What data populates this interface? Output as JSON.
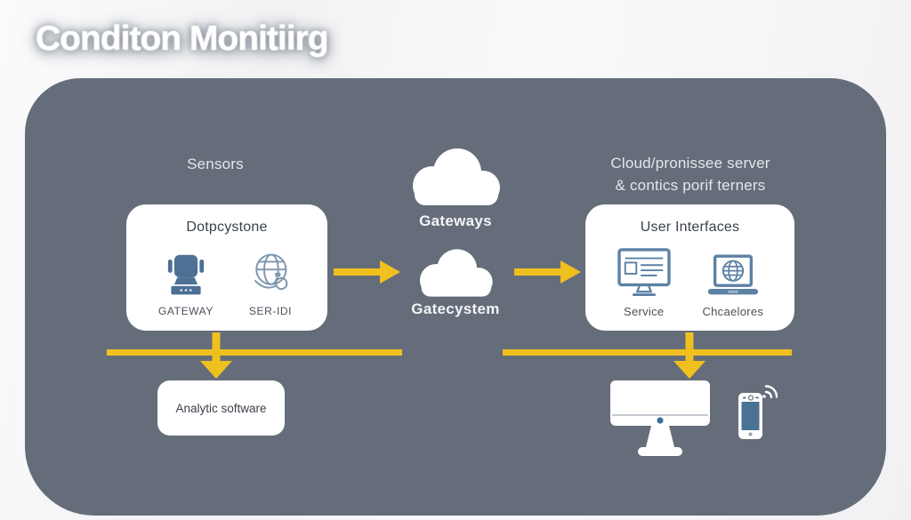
{
  "colors": {
    "panel_bg": "#656d7a",
    "accent_yellow": "#f0c01e",
    "icon_blue_filled": "#4e7095",
    "icon_blue_outline": "#5d81a5",
    "card_bg": "#ffffff"
  },
  "header": {
    "title": "Conditon Monitiirg"
  },
  "diagram": {
    "sensors": {
      "heading": "Sensors",
      "card": {
        "title": "Dotpcystone",
        "items": [
          {
            "label": "GATEWAY",
            "icon": "camera-gateway-icon"
          },
          {
            "label": "SER-IDI",
            "icon": "globe-agent-icon"
          }
        ]
      }
    },
    "clouds": {
      "top": {
        "label": "Gateways",
        "icon": "cloud-icon"
      },
      "bottom": {
        "label": "Gatecystem",
        "icon": "cloud-icon"
      }
    },
    "cloud_server": {
      "heading_line1": "Cloud/pronissee server",
      "heading_line2": "& contics porif terners",
      "card": {
        "title": "User Interfaces",
        "items": [
          {
            "label": "Service",
            "icon": "monitor-browser-icon"
          },
          {
            "label": "Chcaelores",
            "icon": "laptop-globe-icon"
          }
        ]
      }
    },
    "analytics_card": {
      "label": "Analytic software"
    },
    "output_devices": {
      "icons": [
        "desktop-monitor-icon",
        "smartphone-icon"
      ]
    }
  }
}
